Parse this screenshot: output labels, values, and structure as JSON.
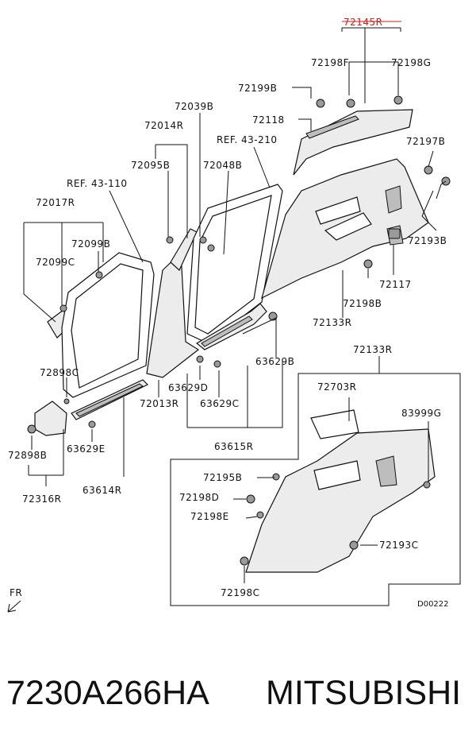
{
  "labels": {
    "p72145R": "72145R",
    "p72198F": "72198F",
    "p72198G": "72198G",
    "p72199B": "72199B",
    "p72039B": "72039B",
    "p72118": "72118",
    "p72014R": "72014R",
    "ref43210": "REF. 43-210",
    "p72197B": "72197B",
    "p72095B": "72095B",
    "p72048B": "72048B",
    "ref43110": "REF. 43-110",
    "p72017R": "72017R",
    "p72193B": "72193B",
    "p72099B": "72099B",
    "p72099C": "72099C",
    "p72117": "72117",
    "p72198B": "72198B",
    "p72133R_top": "72133R",
    "p72133R_box": "72133R",
    "p63629B": "63629B",
    "p72898C": "72898C",
    "p72703R": "72703R",
    "p83999G": "83999G",
    "p63629D": "63629D",
    "p72013R": "72013R",
    "p63629C": "63629C",
    "p72898B": "72898B",
    "p63629E": "63629E",
    "p63615R": "63615R",
    "p72195B": "72195B",
    "p72198D": "72198D",
    "p72198E": "72198E",
    "p72316R": "72316R",
    "p63614R": "63614R",
    "p72193C": "72193C",
    "p72198C": "72198C",
    "fr": "FR",
    "drawing_code": "D00222"
  },
  "caption": {
    "part_number": "7230A266HA",
    "brand": "MITSUBISHI"
  },
  "colors": {
    "highlight": "#c81e1e",
    "line": "#111111"
  }
}
